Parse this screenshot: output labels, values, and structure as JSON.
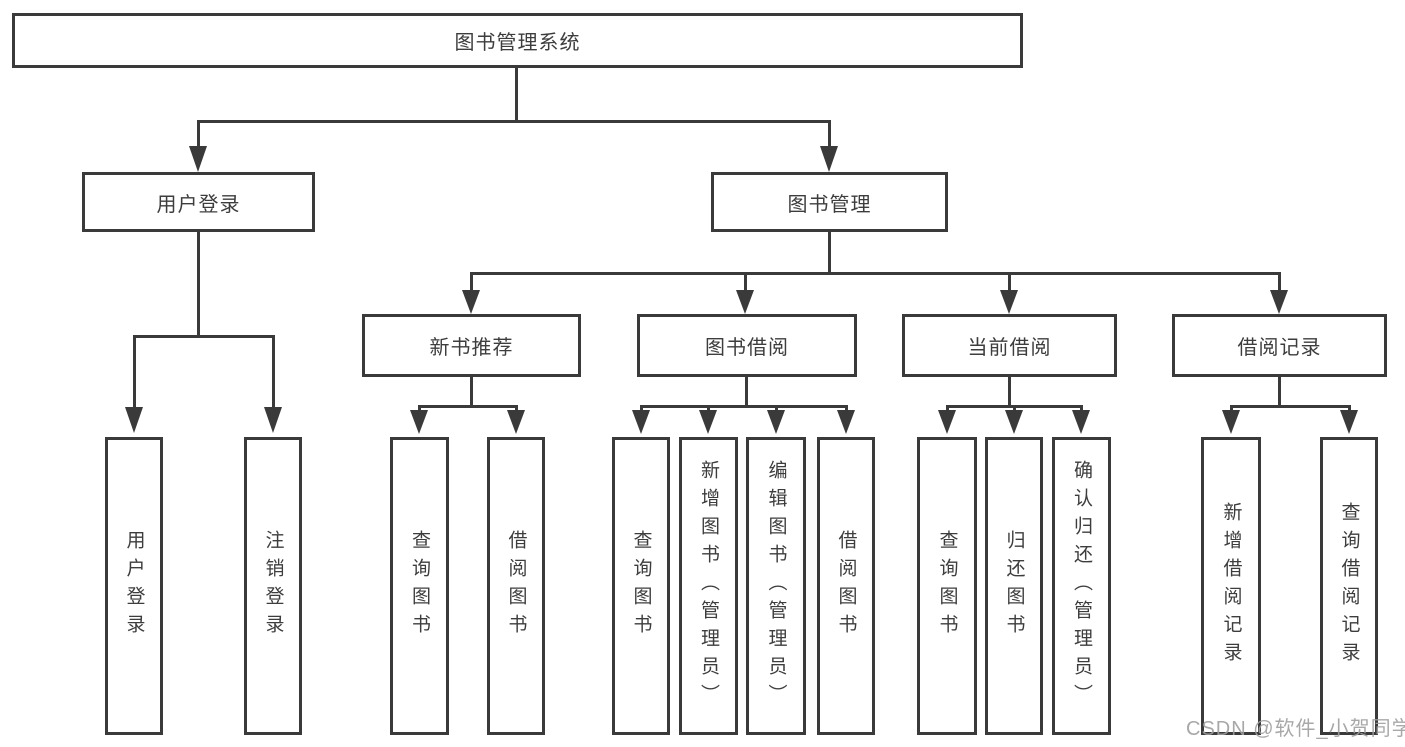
{
  "tree": {
    "label": "图书管理系统",
    "children": [
      {
        "label": "用户登录",
        "children": [
          {
            "label": "用户登录"
          },
          {
            "label": "注销登录"
          }
        ]
      },
      {
        "label": "图书管理",
        "children": [
          {
            "label": "新书推荐",
            "children": [
              {
                "label": "查询图书"
              },
              {
                "label": "借阅图书"
              }
            ]
          },
          {
            "label": "图书借阅",
            "children": [
              {
                "label": "查询图书"
              },
              {
                "label": "新增图书（管理员）"
              },
              {
                "label": "编辑图书（管理员）"
              },
              {
                "label": "借阅图书"
              }
            ]
          },
          {
            "label": "当前借阅",
            "children": [
              {
                "label": "查询图书"
              },
              {
                "label": "归还图书"
              },
              {
                "label": "确认归还（管理员）"
              }
            ]
          },
          {
            "label": "借阅记录",
            "children": [
              {
                "label": "新增借阅记录"
              },
              {
                "label": "查询借阅记录"
              }
            ]
          }
        ]
      }
    ]
  },
  "watermark": "CSDN @软件_小贺同学",
  "colors": {
    "line": "#3a3a3a",
    "text": "#3d3d3d",
    "watermark": "#9e9e9e",
    "background": "#ffffff"
  }
}
